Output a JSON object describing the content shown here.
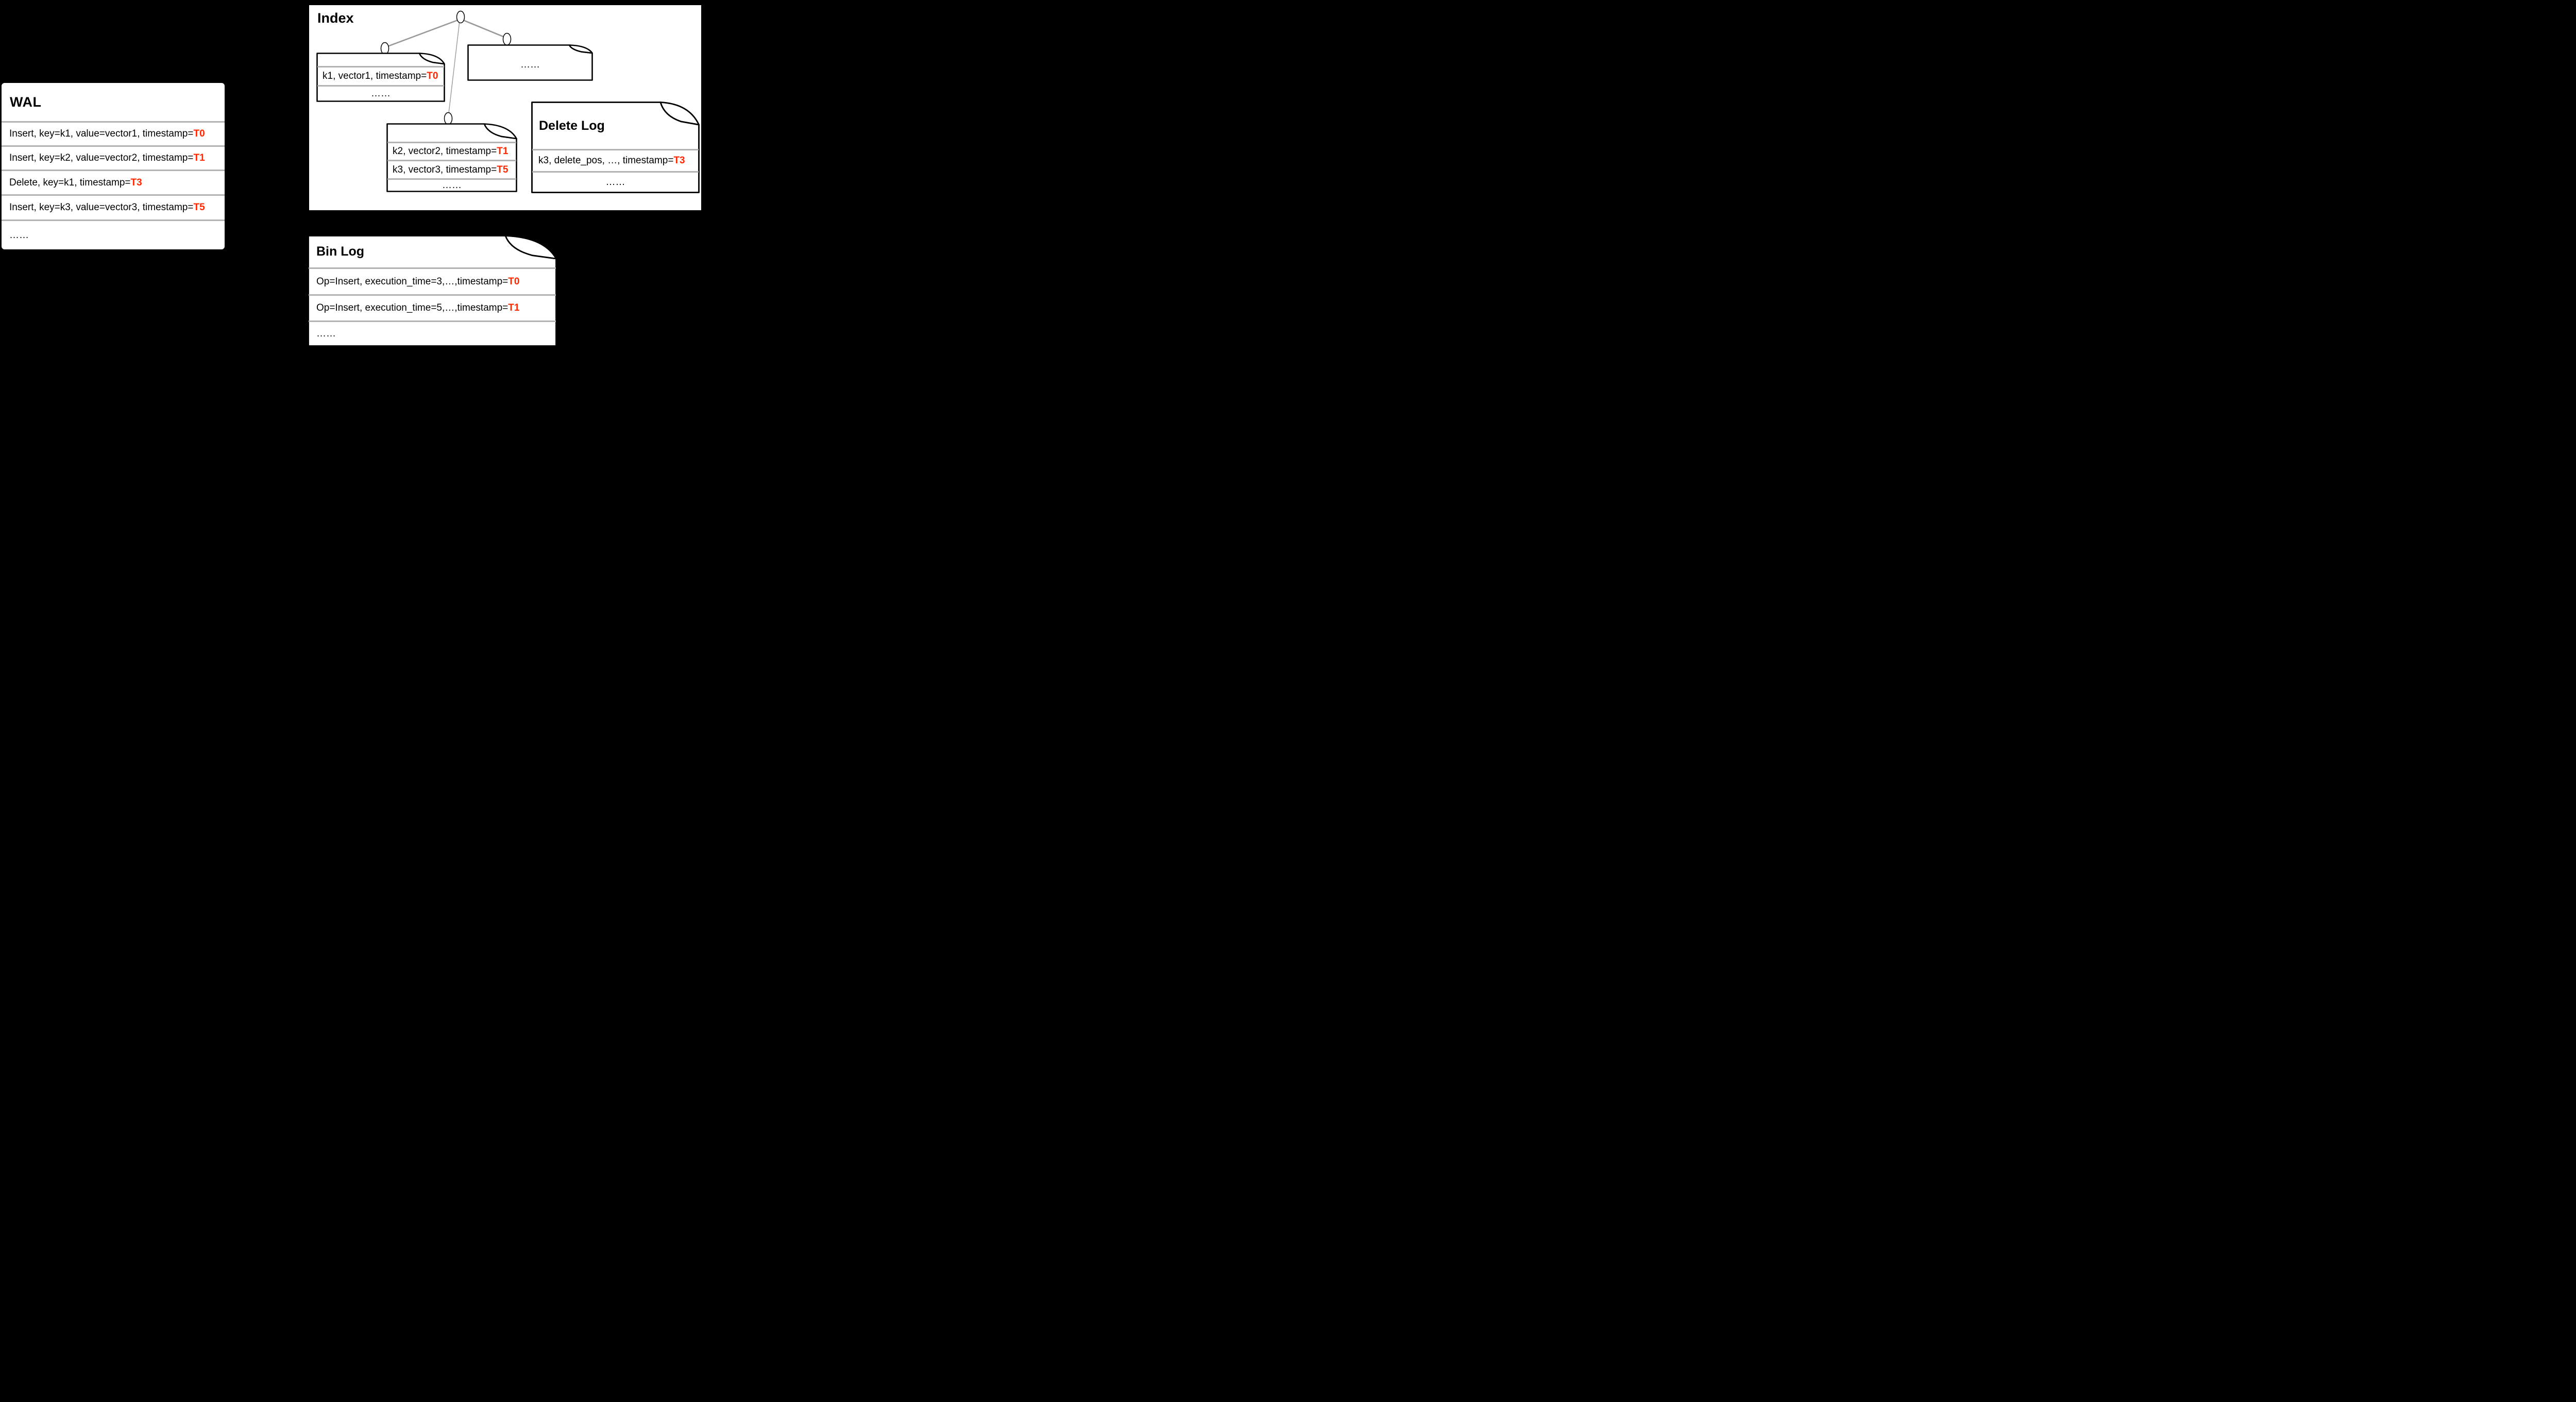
{
  "colors": {
    "background": "#000000",
    "panel": "#ffffff",
    "border": "#000000",
    "separator": "#b3b3b3",
    "edge": "#999999",
    "highlight": "#ff2600"
  },
  "wal": {
    "title": "WAL",
    "rows": [
      {
        "text": "Insert, key=k1, value=vector1, timestamp=",
        "highlight": "T0"
      },
      {
        "text": "Insert, key=k2, value=vector2, timestamp=",
        "highlight": "T1"
      },
      {
        "text": "Delete, key=k1, timestamp=",
        "highlight": "T3"
      },
      {
        "text": "Insert, key=k3, value=vector3, timestamp=",
        "highlight": "T5"
      },
      {
        "text": "……",
        "highlight": ""
      }
    ]
  },
  "index": {
    "title": "Index",
    "pages": {
      "k1": {
        "rows": [
          {
            "text": "k1, vector1, timestamp=",
            "highlight": "T0"
          },
          {
            "text": "……",
            "highlight": ""
          }
        ]
      },
      "more": {
        "text": "……"
      },
      "k2k3": {
        "rows": [
          {
            "text": "k2, vector2, timestamp=",
            "highlight": "T1"
          },
          {
            "text": "k3, vector3, timestamp=",
            "highlight": "T5"
          },
          {
            "text": "……",
            "highlight": ""
          }
        ]
      },
      "delete_log": {
        "title": "Delete Log",
        "rows": [
          {
            "text": "k3, delete_pos, …, timestamp=",
            "highlight": "T3"
          },
          {
            "text": "……",
            "highlight": ""
          }
        ]
      }
    }
  },
  "bin_log": {
    "title": "Bin Log",
    "rows": [
      {
        "text": "Op=Insert, execution_time=3,…,timestamp=",
        "highlight": "T0"
      },
      {
        "text": "Op=Insert, execution_time=5,…,timestamp=",
        "highlight": "T1"
      },
      {
        "text": "……",
        "highlight": ""
      }
    ]
  }
}
